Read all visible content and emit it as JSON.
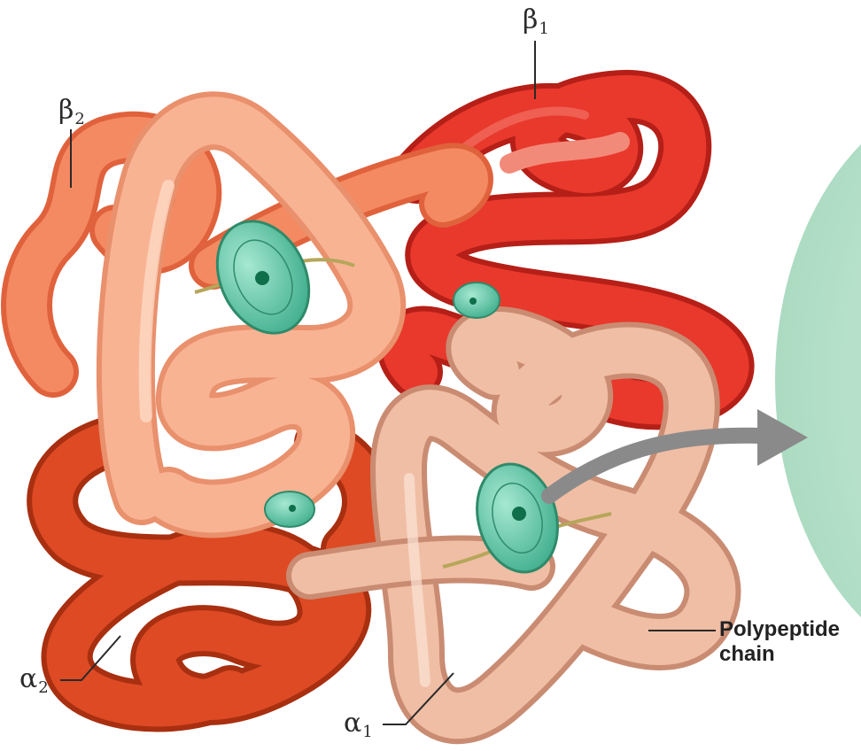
{
  "labels": {
    "beta1": {
      "symbol": "β",
      "subscript": "1"
    },
    "beta2": {
      "symbol": "β",
      "subscript": "2"
    },
    "alpha1": {
      "symbol": "α",
      "subscript": "1"
    },
    "alpha2": {
      "symbol": "α",
      "subscript": "2"
    },
    "polypeptide": {
      "line1": "Polypeptide",
      "line2": "chain"
    }
  },
  "colors": {
    "beta1_chain": "#e8392c",
    "beta2_chain": "#f8b393",
    "alpha1_chain": "#f0bea4",
    "alpha2_chain": "#dd4a24",
    "heme": "#5fc4a6",
    "iron": "#0f6f4a",
    "arrow": "#8a8a8a",
    "bubble": "#bfe5d2"
  }
}
